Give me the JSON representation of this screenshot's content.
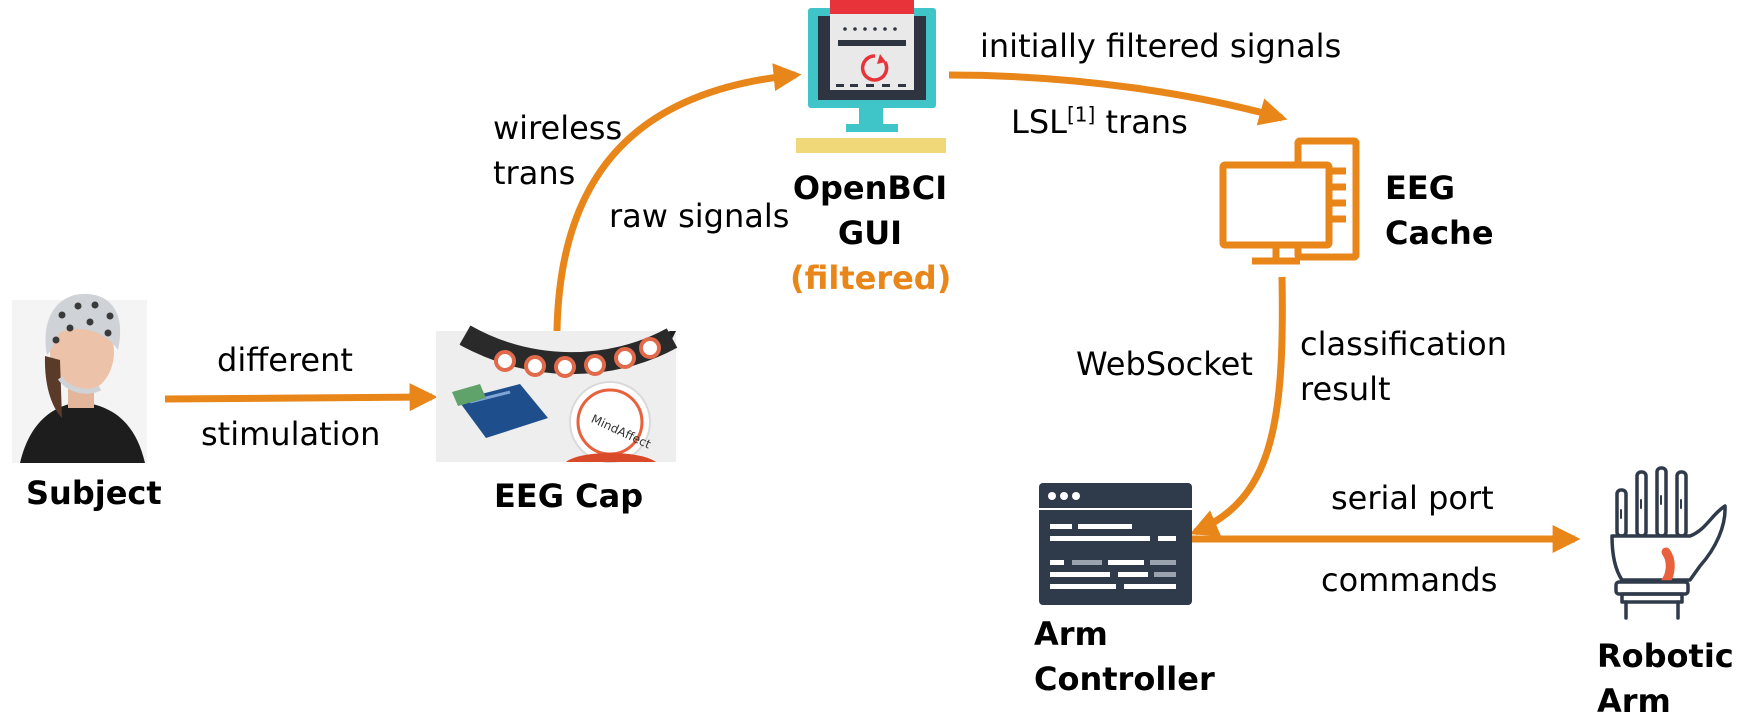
{
  "colors": {
    "arrow": "#E8861A",
    "text": "#000000",
    "accent": "#E8861A"
  },
  "nodes": {
    "subject": {
      "label": "Subject",
      "icon": "person-wearing-eeg-cap-photo"
    },
    "eeg_cap": {
      "label": "EEG Cap",
      "icon": "eeg-headband-with-mindaffect-board-photo"
    },
    "openbci_gui": {
      "line1": "OpenBCI",
      "line2": "GUI",
      "status": "(filtered)",
      "icon": "monitor-with-refresh-window-icon"
    },
    "eeg_cache": {
      "line1": "EEG",
      "line2": "Cache",
      "icon": "desktop-computer-tower-icon"
    },
    "arm_controller": {
      "line1": "Arm",
      "line2": "Controller",
      "icon": "terminal-window-icon"
    },
    "robotic_arm": {
      "line1": "Robotic",
      "line2": "Arm",
      "icon": "robotic-hand-icon"
    }
  },
  "edges": {
    "subject_to_cap": {
      "top": "different",
      "bottom": "stimulation"
    },
    "cap_to_gui": {
      "outer_line1": "wireless",
      "outer_line2": "trans",
      "inner": "raw signals"
    },
    "gui_to_cache": {
      "top": "initially filtered signals",
      "bottom_prefix": "LSL",
      "bottom_sup": "[1]",
      "bottom_suffix": " trans"
    },
    "cache_to_controller": {
      "left": "WebSocket",
      "right_line1": "classification",
      "right_line2": "result"
    },
    "controller_to_arm": {
      "top": "serial port",
      "bottom": "commands"
    }
  }
}
